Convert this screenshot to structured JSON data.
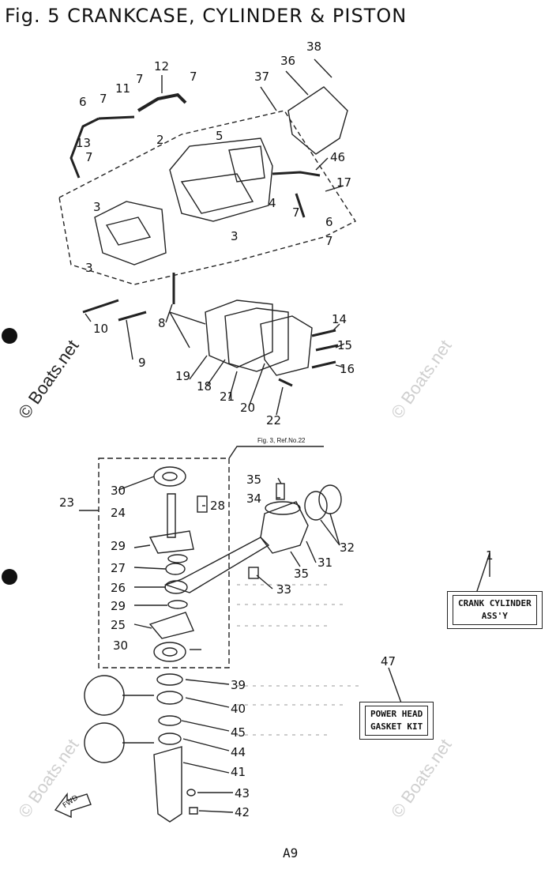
{
  "title": "Fig. 5  CRANKCASE, CYLINDER & PISTON",
  "reference_note": "Fig. 3, Ref.No.22",
  "page_number": "A9",
  "watermark": "© Boats.net",
  "assembly_label_1": {
    "line1": "CRANK CYLINDER",
    "line2": "ASS'Y"
  },
  "assembly_label_47": {
    "line1": "POWER HEAD",
    "line2": "GASKET KIT"
  },
  "callouts": [
    "38",
    "36",
    "37",
    "12",
    "7",
    "7",
    "6",
    "7",
    "11",
    "5",
    "2",
    "46",
    "17",
    "13",
    "7",
    "3",
    "4",
    "7",
    "6",
    "3",
    "7",
    "3",
    "10",
    "9",
    "8",
    "14",
    "15",
    "16",
    "19",
    "18",
    "21",
    "20",
    "22",
    "23",
    "30",
    "35",
    "34",
    "24",
    "28",
    "29",
    "32",
    "27",
    "31",
    "26",
    "35",
    "33",
    "29",
    "25",
    "30",
    "1",
    "39",
    "47",
    "40",
    "45",
    "44",
    "41",
    "43",
    "42"
  ],
  "fwd_label": "FWD"
}
